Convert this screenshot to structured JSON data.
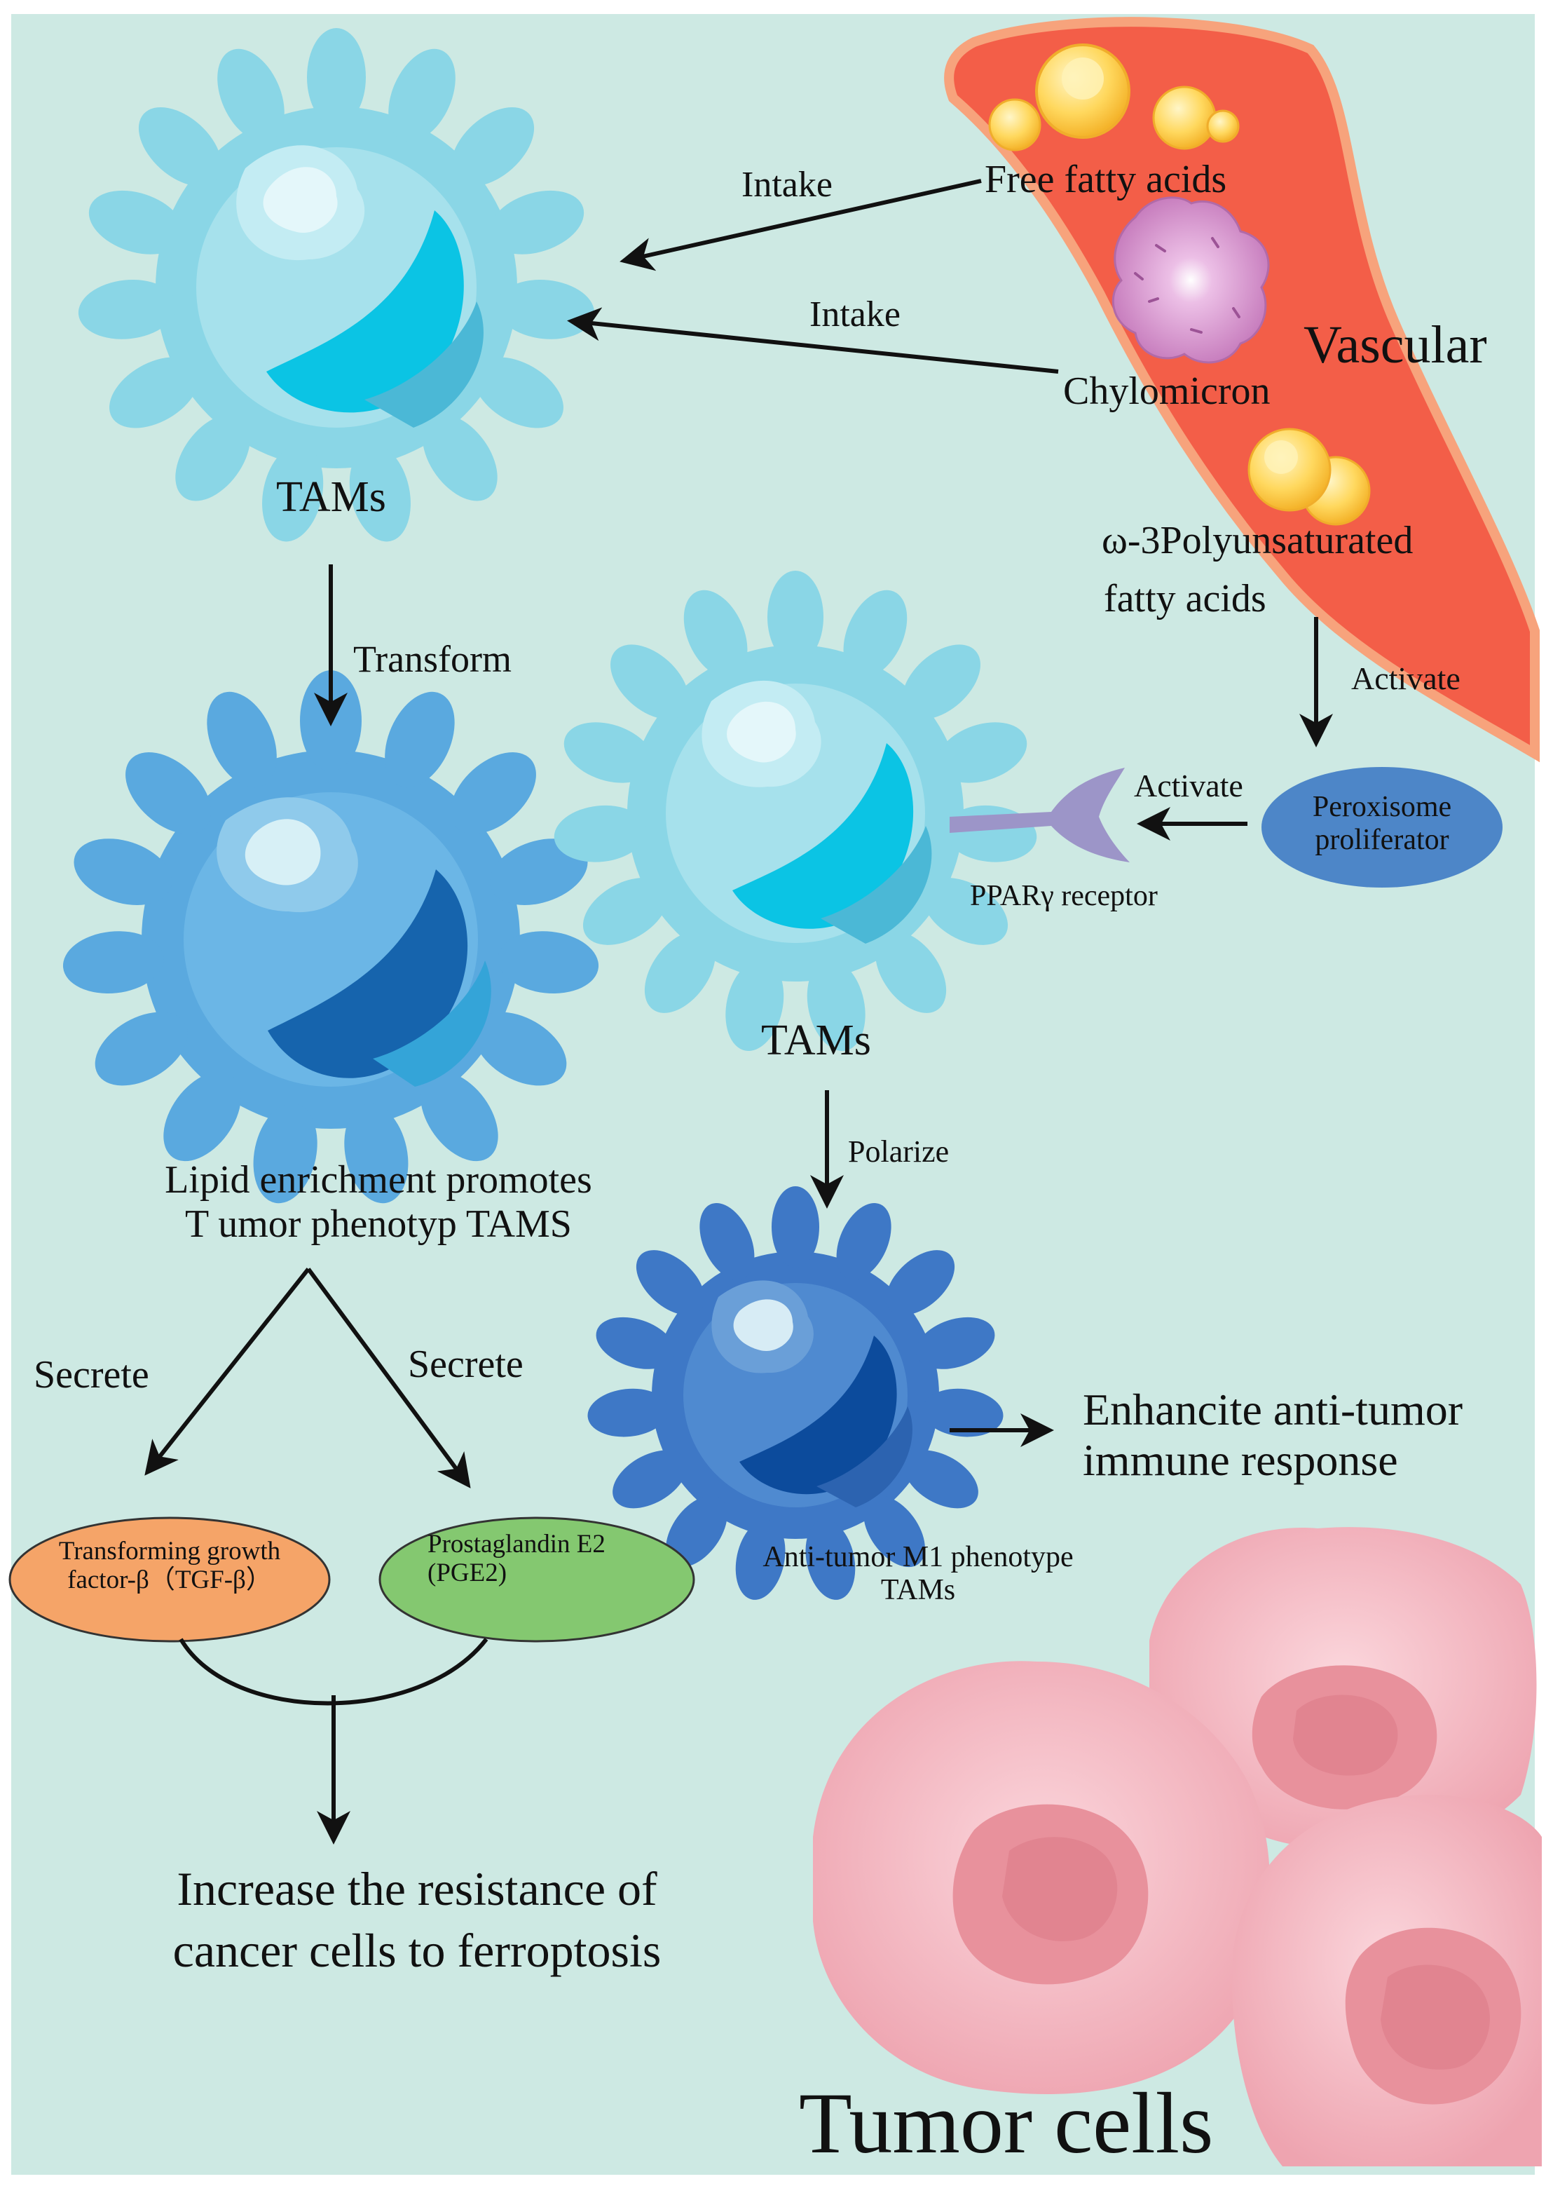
{
  "labels": {
    "intake_top": "Intake",
    "free_fatty_acids": "Free fatty acids",
    "intake_mid": "Intake",
    "chylomicron": "Chylomicron",
    "vascular": "Vascular",
    "tams_top": "TAMs",
    "omega3_line1": "ω-3Polyunsaturated",
    "omega3_line2": "fatty acids",
    "transform": "Transform",
    "activate_top": "Activate",
    "activate_mid": "Activate",
    "peroxisome_line1": "Peroxisome",
    "peroxisome_line2": "proliferator",
    "ppar_receptor": "PPARγ receptor",
    "tams_mid": "TAMs",
    "polarize": "Polarize",
    "lipid_line1": "Lipid enrichment promotes",
    "lipid_line2": "T umor phenotyp TAMS",
    "secrete_left": "Secrete",
    "secrete_right": "Secrete",
    "enhance_line1": "Enhancite anti-tumor",
    "enhance_line2": "immune response",
    "tgf_line1": "Transforming growth",
    "tgf_line2": "factor-β（TGF-β）",
    "pge2_line1": "Prostaglandin E2",
    "pge2_line2": "(PGE2)",
    "m1_line1": "Anti-tumor M1 phenotype",
    "m1_line2": "TAMs",
    "increase_line1": "Increase the resistance of",
    "increase_line2": "cancer cells to ferroptosis",
    "tumor_cells": "Tumor cells"
  },
  "colors": {
    "background": "#cde9e3",
    "vessel_fill": "#f35e48",
    "vessel_edge": "#f6a27c",
    "tam_light": "#8ad6e6",
    "tam_lipid": "#5aa9df",
    "tam_m1": "#3e78c6",
    "nucleus_light": "#0bc4e4",
    "nucleus_dark": "#1664ad",
    "peroxisome": "#4d86c8",
    "ppar": "#9c95c8",
    "tgf": "#f5a468",
    "pge2": "#84c870",
    "tumor": "#f3b2bb",
    "tumor_nucleus": "#e8919c",
    "chylomicron": "#d58ac7",
    "lipid_droplet": "#ffd96a"
  }
}
